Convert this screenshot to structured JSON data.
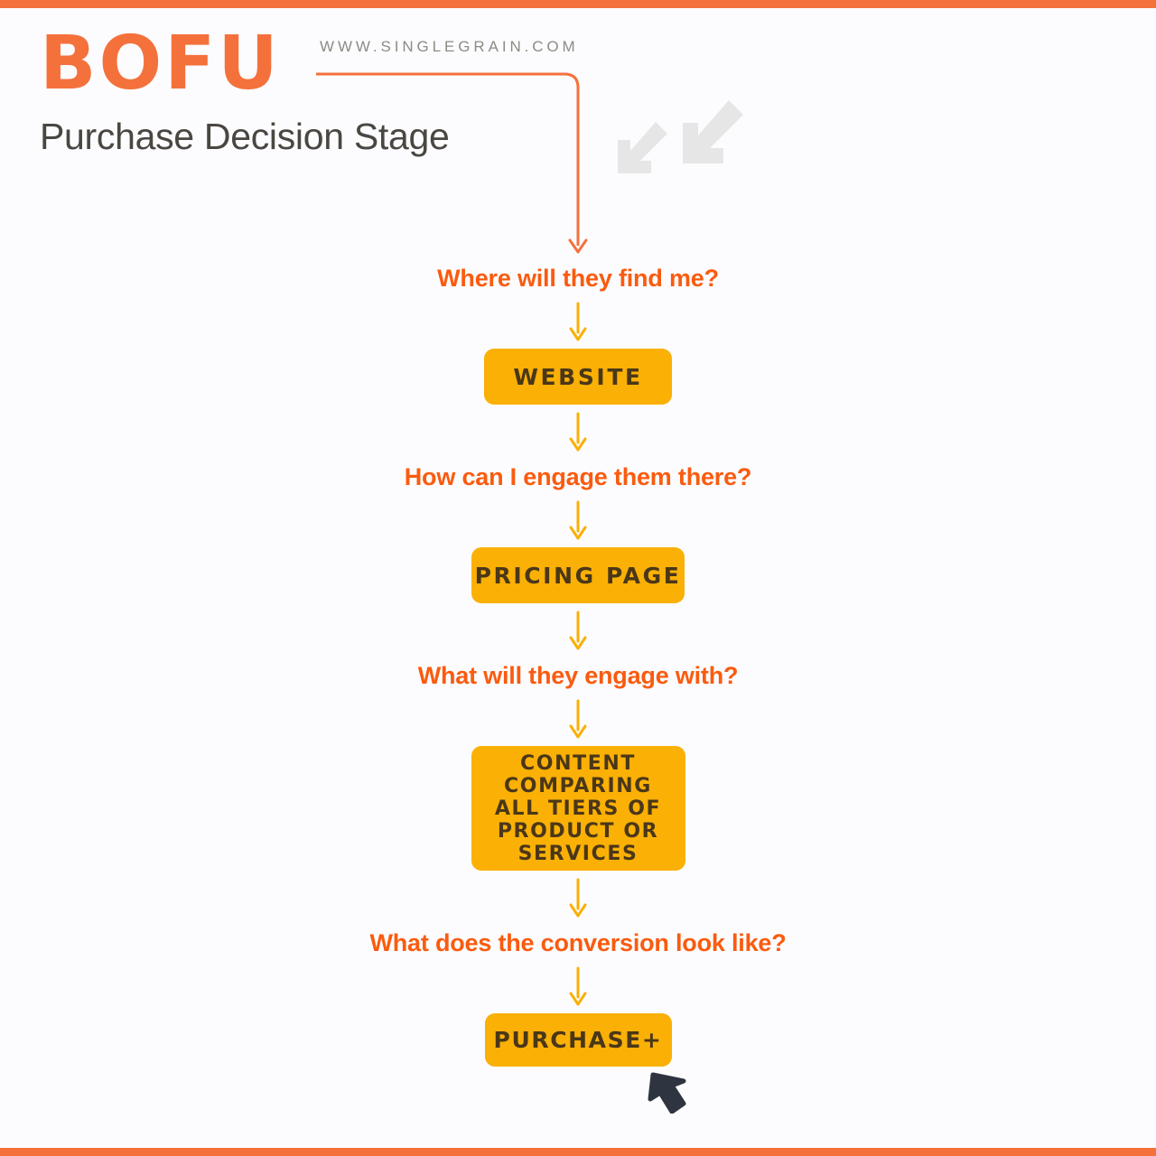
{
  "brand": {
    "logo": "BOFU",
    "site_url": "WWW.SINGLEGRAIN.COM",
    "subtitle": "Purchase Decision Stage",
    "accent_orange": "#f4713c",
    "question_orange": "#fa5b0f",
    "node_amber": "#fab005",
    "node_text": "#4a3718",
    "subtitle_gray": "#4a4742",
    "url_gray": "#8e8b86",
    "background": "#fcfcfe",
    "cursor_navy": "#2e3540",
    "deco_gray": "#e6e6e6"
  },
  "flow": {
    "questions": {
      "q1": "Where will they find me?",
      "q2": "How can I engage them there?",
      "q3": "What will they engage with?",
      "q4": "What does the conversion look like?"
    },
    "nodes": {
      "website": "WEBSITE",
      "pricing": "PRICING PAGE",
      "content_lines": [
        "CONTENT",
        "COMPARING",
        "ALL TIERS OF",
        "PRODUCT OR",
        "SERVICES"
      ],
      "purchase": "PURCHASE+"
    }
  }
}
